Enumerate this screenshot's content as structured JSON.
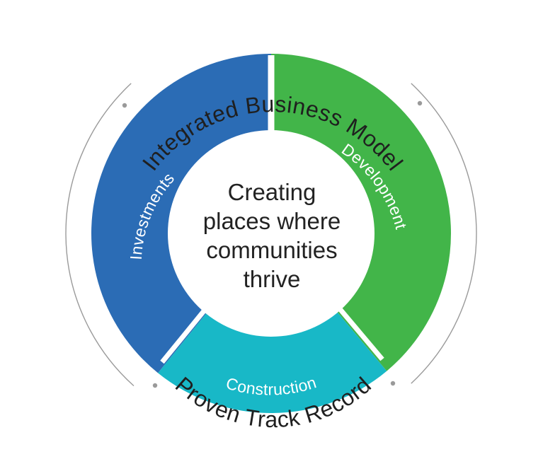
{
  "outer_top_label": "Integrated Business Model",
  "outer_bottom_label": "Proven Track Record",
  "center_lines": [
    "Creating",
    "places where",
    "communities",
    "thrive"
  ],
  "segments": [
    {
      "name": "Investments",
      "color": "#2b6cb5"
    },
    {
      "name": "Development",
      "color": "#42b549"
    },
    {
      "name": "Construction",
      "color": "#18b8c7"
    }
  ],
  "colors": {
    "bracket": "#9a9a9a",
    "text": "#222222",
    "gap": "#ffffff"
  }
}
